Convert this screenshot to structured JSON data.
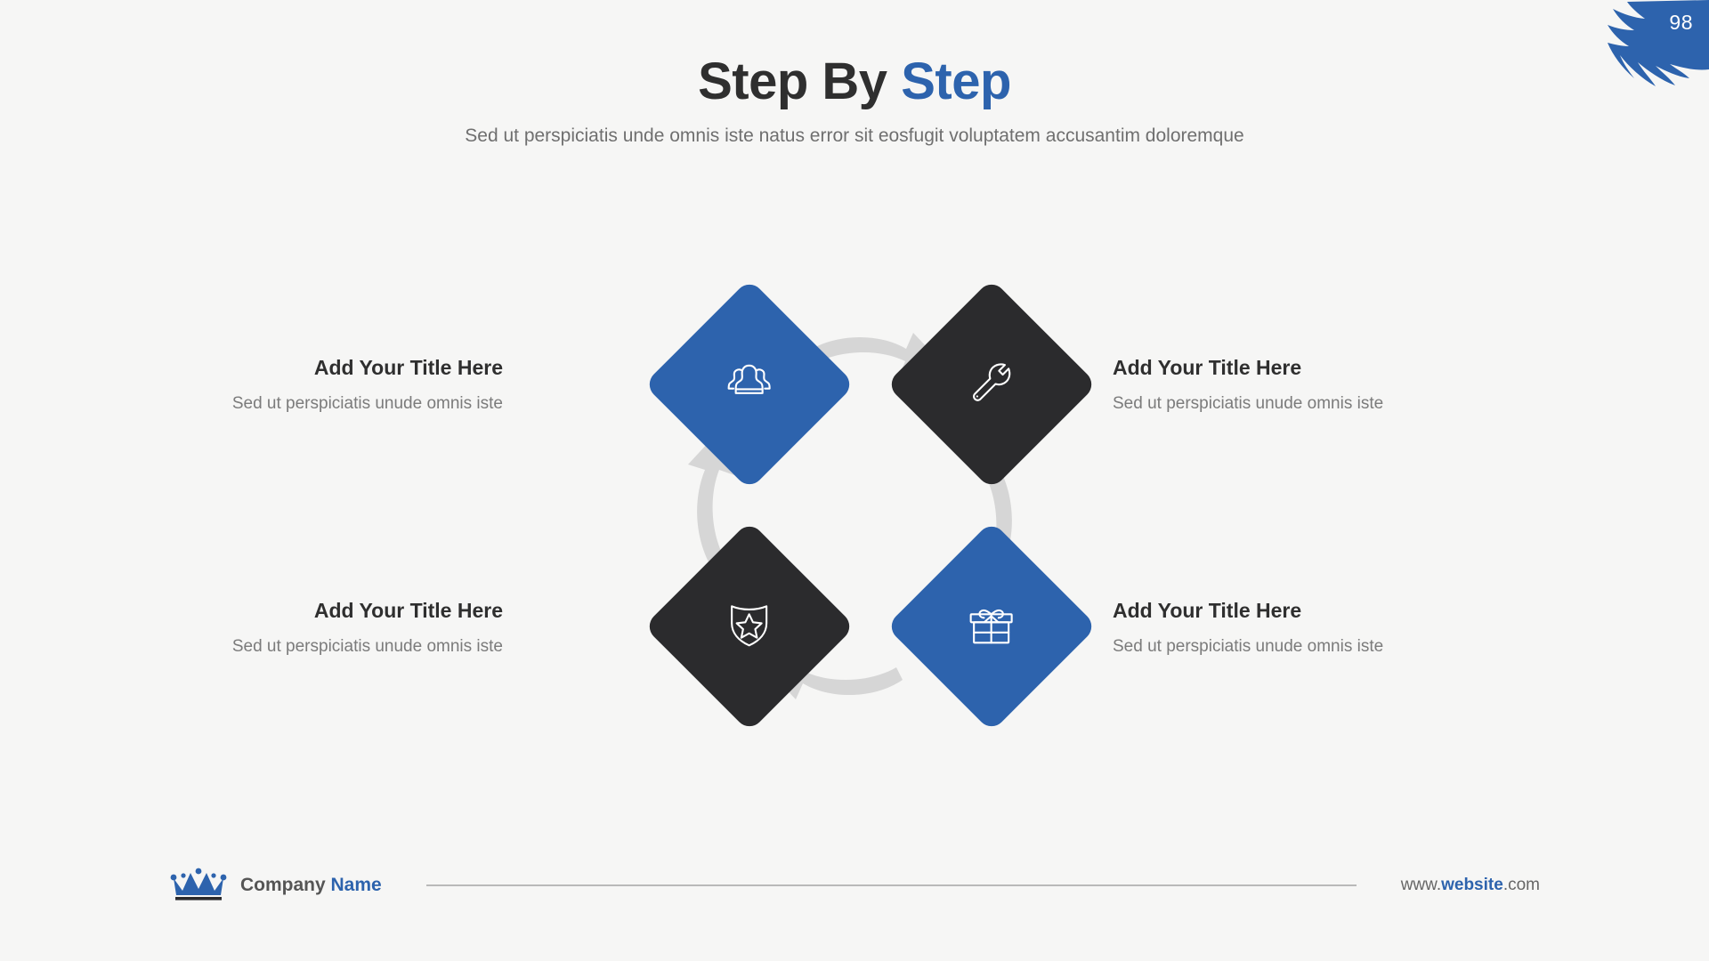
{
  "badge": {
    "number": "98",
    "icon": "brush-stroke-icon",
    "color": "#2d63ad"
  },
  "header": {
    "title_main": "Step By ",
    "title_accent": "Step",
    "subtitle": "Sed ut perspiciatis unde omnis iste natus error sit eosfugit voluptatem accusantim doloremque"
  },
  "theme": {
    "accent": "#2d63ad",
    "dark": "#2b2b2d",
    "background": "#f6f6f5",
    "arrow": "#d6d6d6",
    "muted_text": "#7b7b7b",
    "heading_text": "#2f2f2f"
  },
  "diagram": {
    "nodes": [
      {
        "id": "node-1",
        "icon": "users-group-icon",
        "style": "blue",
        "position": "top-left"
      },
      {
        "id": "node-2",
        "icon": "wrench-icon",
        "style": "dark",
        "position": "top-right"
      },
      {
        "id": "node-3",
        "icon": "gift-box-icon",
        "style": "blue",
        "position": "bottom-right"
      },
      {
        "id": "node-4",
        "icon": "shield-star-icon",
        "style": "dark",
        "position": "bottom-left"
      }
    ],
    "arrows": [
      {
        "id": "arrow-top",
        "direction": "right"
      },
      {
        "id": "arrow-right",
        "direction": "down"
      },
      {
        "id": "arrow-bottom",
        "direction": "left"
      },
      {
        "id": "arrow-left",
        "direction": "up"
      }
    ]
  },
  "labels": [
    {
      "id": "label-1",
      "side": "left",
      "title": "Add Your Title Here",
      "desc": "Sed ut perspiciatis unude omnis iste"
    },
    {
      "id": "label-2",
      "side": "right",
      "title": "Add Your Title Here",
      "desc": "Sed ut perspiciatis unude omnis iste"
    },
    {
      "id": "label-3",
      "side": "left",
      "title": "Add Your Title Here",
      "desc": "Sed ut perspiciatis unude omnis iste"
    },
    {
      "id": "label-4",
      "side": "right",
      "title": "Add Your Title Here",
      "desc": "Sed ut perspiciatis unude omnis iste"
    }
  ],
  "footer": {
    "logo_icon": "crown-icon",
    "brand_plain": "Company ",
    "brand_accent": "Name",
    "site_prefix": "www.",
    "site_accent": "website",
    "site_suffix": ".com"
  }
}
